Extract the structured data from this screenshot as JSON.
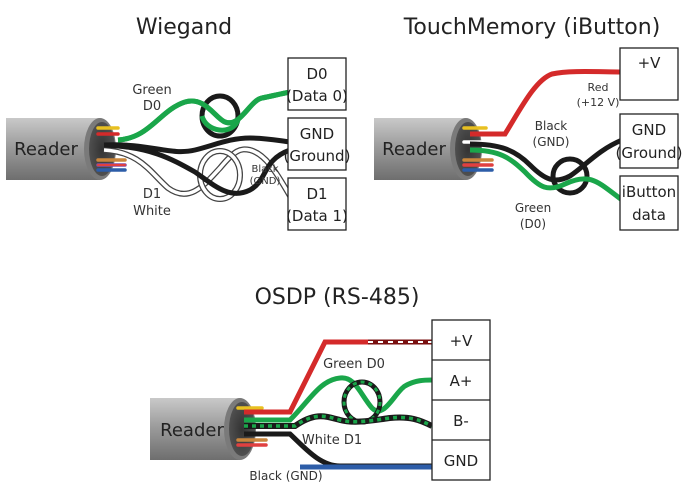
{
  "wiegand": {
    "title": "Wiegand",
    "reader": "Reader",
    "wire_green": [
      "Green",
      "D0"
    ],
    "wire_white": [
      "D1",
      "White"
    ],
    "wire_black": [
      "Black",
      "(GND)"
    ],
    "terminals": [
      [
        "D0",
        "(Data 0)"
      ],
      [
        "GND",
        "(Ground)"
      ],
      [
        "D1",
        "(Data 1)"
      ]
    ]
  },
  "touchmemory": {
    "title": "TouchMemory (iButton)",
    "reader": "Reader",
    "wire_red": [
      "Red",
      "(+12 V)"
    ],
    "wire_black": [
      "Black",
      "(GND)"
    ],
    "wire_green": [
      "Green",
      "(D0)"
    ],
    "terminals": [
      [
        "+V"
      ],
      [
        "GND",
        "(Ground)"
      ],
      [
        "iButton",
        "data"
      ]
    ]
  },
  "osdp": {
    "title": "OSDP (RS-485)",
    "reader": "Reader",
    "wire_green": "Green D0",
    "wire_white": "White D1",
    "wire_black": "Black (GND)",
    "terminals": [
      "+V",
      "A+",
      "B-",
      "GND"
    ]
  },
  "colors": {
    "green": "#1aa64a",
    "red": "#d42a2a",
    "black": "#1a1a1a",
    "blue": "#2d5da8",
    "cable_gray": "#8a8a8a"
  }
}
